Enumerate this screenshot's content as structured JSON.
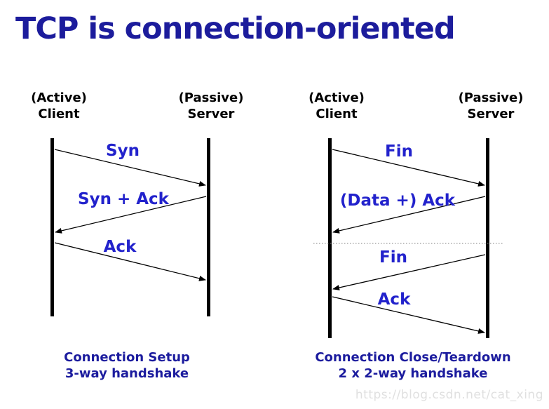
{
  "title": "TCP is connection-oriented",
  "left": {
    "client_role": "(Active)",
    "client_name": "Client",
    "server_role": "(Passive)",
    "server_name": "Server",
    "messages": [
      "Syn",
      "Syn + Ack",
      "Ack"
    ],
    "caption_line1": "Connection Setup",
    "caption_line2": "3-way handshake"
  },
  "right": {
    "client_role": "(Active)",
    "client_name": "Client",
    "server_role": "(Passive)",
    "server_name": "Server",
    "messages": [
      "Fin",
      "(Data +) Ack",
      "Fin",
      "Ack"
    ],
    "caption_line1": "Connection Close/Teardown",
    "caption_line2": "2 x 2-way handshake"
  },
  "watermark": "https://blog.csdn.net/cat_xing",
  "colors": {
    "title_navy": "#1c1c9c",
    "message_blue": "#2222cc",
    "caption_navy": "#1c1c9e",
    "lifeline_black": "#000000",
    "divider_gray": "#808080",
    "watermark_gray": "#e0e0e0"
  }
}
